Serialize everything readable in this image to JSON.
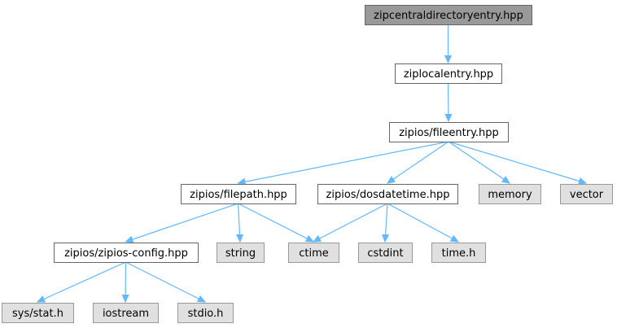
{
  "colors": {
    "root_fill": "#999999",
    "root_stroke": "#666666",
    "project_fill": "#ffffff",
    "project_stroke": "#666666",
    "external_fill": "#e0e0e0",
    "external_stroke": "#999999",
    "edge": "#63b8ff"
  },
  "nodes": [
    {
      "id": "zipcentraldirectoryentry",
      "label": "zipcentraldirectoryentry.hpp",
      "kind": "root"
    },
    {
      "id": "ziplocalentry",
      "label": "ziplocalentry.hpp",
      "kind": "project"
    },
    {
      "id": "fileentry",
      "label": "zipios/fileentry.hpp",
      "kind": "project"
    },
    {
      "id": "filepath",
      "label": "zipios/filepath.hpp",
      "kind": "project"
    },
    {
      "id": "dosdatetime",
      "label": "zipios/dosdatetime.hpp",
      "kind": "project"
    },
    {
      "id": "memory",
      "label": "memory",
      "kind": "external"
    },
    {
      "id": "vector",
      "label": "vector",
      "kind": "external"
    },
    {
      "id": "zipiosconfig",
      "label": "zipios/zipios-config.hpp",
      "kind": "project"
    },
    {
      "id": "string",
      "label": "string",
      "kind": "external"
    },
    {
      "id": "ctime",
      "label": "ctime",
      "kind": "external"
    },
    {
      "id": "cstdint",
      "label": "cstdint",
      "kind": "external"
    },
    {
      "id": "timeh",
      "label": "time.h",
      "kind": "external"
    },
    {
      "id": "sysstat",
      "label": "sys/stat.h",
      "kind": "external"
    },
    {
      "id": "iostream",
      "label": "iostream",
      "kind": "external"
    },
    {
      "id": "stdioh",
      "label": "stdio.h",
      "kind": "external"
    }
  ],
  "edges": [
    {
      "from": "zipcentraldirectoryentry",
      "to": "ziplocalentry"
    },
    {
      "from": "ziplocalentry",
      "to": "fileentry"
    },
    {
      "from": "fileentry",
      "to": "filepath"
    },
    {
      "from": "fileentry",
      "to": "dosdatetime"
    },
    {
      "from": "fileentry",
      "to": "memory"
    },
    {
      "from": "fileentry",
      "to": "vector"
    },
    {
      "from": "filepath",
      "to": "zipiosconfig"
    },
    {
      "from": "filepath",
      "to": "string"
    },
    {
      "from": "filepath",
      "to": "ctime"
    },
    {
      "from": "dosdatetime",
      "to": "ctime"
    },
    {
      "from": "dosdatetime",
      "to": "cstdint"
    },
    {
      "from": "dosdatetime",
      "to": "timeh"
    },
    {
      "from": "zipiosconfig",
      "to": "sysstat"
    },
    {
      "from": "zipiosconfig",
      "to": "iostream"
    },
    {
      "from": "zipiosconfig",
      "to": "stdioh"
    }
  ]
}
